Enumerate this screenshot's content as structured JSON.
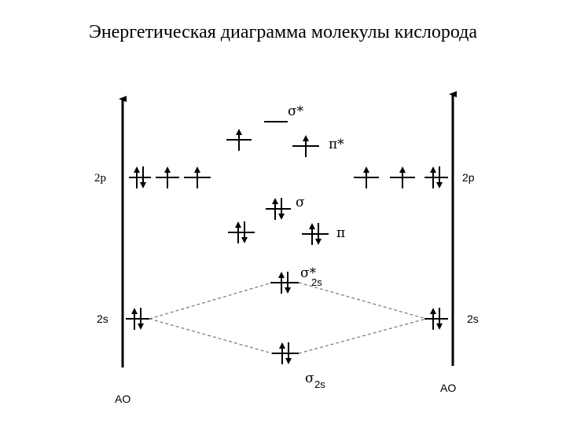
{
  "title": "Энергетическая диаграмма молекулы кислорода",
  "labels": {
    "left_2p": "2p",
    "right_2p": "2p",
    "left_2s": "2s",
    "right_2s": "2s",
    "left_ao": "AO",
    "right_ao": "AO",
    "sigma_star_top": "σ*",
    "pi_star": "π*",
    "sigma_2p": "σ",
    "pi_2p": "π",
    "sigma_star_2s_symbol": "σ*",
    "sigma_star_2s_sub": "2s",
    "sigma_2s_symbol": "σ",
    "sigma_2s_sub": "2s"
  },
  "orbitals": [
    {
      "id": "left-2p-1",
      "electrons": 2
    },
    {
      "id": "left-2p-2",
      "electrons": 1
    },
    {
      "id": "left-2p-3",
      "electrons": 1
    },
    {
      "id": "right-2p-1",
      "electrons": 1
    },
    {
      "id": "right-2p-2",
      "electrons": 1
    },
    {
      "id": "right-2p-3",
      "electrons": 2
    },
    {
      "id": "left-2s",
      "electrons": 2
    },
    {
      "id": "right-2s",
      "electrons": 2
    },
    {
      "id": "sigma-star-2p",
      "electrons": 0
    },
    {
      "id": "pi-star-1",
      "electrons": 1
    },
    {
      "id": "pi-star-2",
      "electrons": 1
    },
    {
      "id": "sigma-2p",
      "electrons": 2
    },
    {
      "id": "pi-2p-1",
      "electrons": 2
    },
    {
      "id": "pi-2p-2",
      "electrons": 2
    },
    {
      "id": "sigma-star-2s",
      "electrons": 2
    },
    {
      "id": "sigma-2s",
      "electrons": 2
    }
  ]
}
